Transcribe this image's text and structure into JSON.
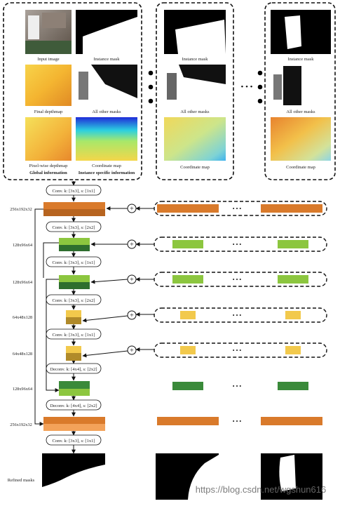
{
  "top_panel": {
    "col1": {
      "input_image": "Input image",
      "final_depthmap": "Final depthmap",
      "pixelwise_depthmap": "Pixel-wise depthmap"
    },
    "col2": {
      "instance_mask": "Instance mask",
      "all_other_masks": "All other masks",
      "coordinate_map": "Coordinate map"
    },
    "global_information": "Global information",
    "instance_specific_information": "Instance specific information",
    "col3": {
      "instance_mask": "Instance mask",
      "all_other_masks": "All other masks",
      "coordinate_map": "Coordinate map"
    },
    "col4": {
      "instance_mask": "Instance mask",
      "all_other_masks": "All other masks",
      "coordinate_map": "Coordinate map"
    }
  },
  "layers": [
    {
      "op": "Conv. k: [3x3], s: [1x1]"
    },
    {
      "op": "Conv. k: [3x3], s: [2x2]"
    },
    {
      "op": "Conv. k: [3x3], s: [1x1]"
    },
    {
      "op": "Conv. k: [3x3], s: [2x2]"
    },
    {
      "op": "Conv. k: [3x3], s: [1x1]"
    },
    {
      "op": "Deconv. k: [4x4], s: [2x2]"
    },
    {
      "op": "Deconv. k: [4x4], s: [2x2]"
    },
    {
      "op": "Conv. k: [3x3], s: [1x1]"
    }
  ],
  "sizes": [
    "256x192x32",
    "128x96x64",
    "128x96x64",
    "64x48x128",
    "64x48x128",
    "128x96x64",
    "256x192x32"
  ],
  "refined_masks": "Refined masks",
  "ellipsis": "• • •",
  "plus": "+",
  "watermark": "https://blog.csdn.net/wgshun616",
  "colors": {
    "orange": "#d97a2b",
    "orange_dark": "#b7641f",
    "green": "#3a8a3a",
    "green_light": "#8cc63f",
    "yellow": "#f2c94c",
    "yellow_dark": "#b08a2a",
    "blue_text": "#4a90d9",
    "green_text": "#5aa832"
  }
}
